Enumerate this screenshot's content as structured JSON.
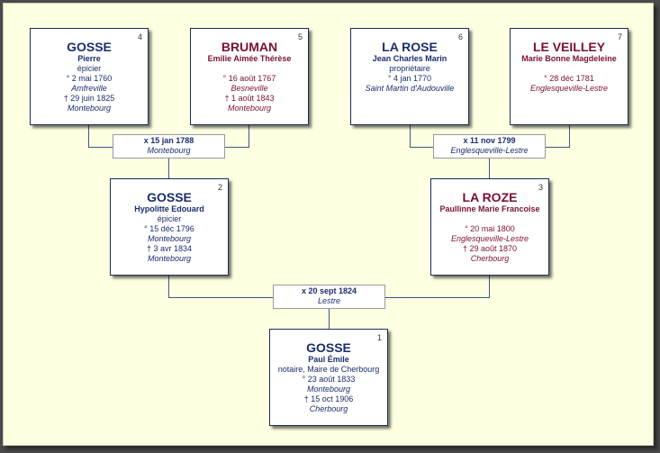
{
  "persons": {
    "p1": {
      "num": "1",
      "surname": "GOSSE",
      "given": "Paul Émile",
      "occupation": "notaire, Maire de Cherbourg",
      "birth": "° 23 août 1833",
      "birth_place": "Montebourg",
      "death": "† 15 oct 1906",
      "death_place": "Cherbourg"
    },
    "p2": {
      "num": "2",
      "surname": "GOSSE",
      "given": "Hypolitte Edouard",
      "occupation": "épicier",
      "birth": "° 15 déc 1796",
      "birth_place": "Montebourg",
      "death": "† 3 avr 1834",
      "death_place": "Montebourg"
    },
    "p3": {
      "num": "3",
      "surname": "LA ROZE",
      "given": "Paullinne Marie Francoise",
      "birth": "° 20 mai 1800",
      "birth_place": "Englesqueville-Lestre",
      "death": "† 29 août 1870",
      "death_place": "Cherbourg"
    },
    "p4": {
      "num": "4",
      "surname": "GOSSE",
      "given": "Pierre",
      "occupation": "épicier",
      "birth": "° 2 mai 1760",
      "birth_place": "Amfreville",
      "death": "† 29 juin 1825",
      "death_place": "Montebourg"
    },
    "p5": {
      "num": "5",
      "surname": "BRUMAN",
      "given": "Emilie Aimée Thérèse",
      "birth": "° 16 août 1767",
      "birth_place": "Besneville",
      "death": "† 1 août 1843",
      "death_place": "Montebourg"
    },
    "p6": {
      "num": "6",
      "surname": "LA ROSE",
      "given": "Jean Charles Marin",
      "occupation": "propriétaire",
      "birth": "° 4 jan 1770",
      "birth_place": "Saint Martin d'Audouville"
    },
    "p7": {
      "num": "7",
      "surname": "LE VEILLEY",
      "given": "Marie Bonne Magdeleine",
      "birth": "° 28 déc 1781",
      "birth_place": "Englesqueville-Lestre"
    }
  },
  "unions": {
    "u1": {
      "date": "x 20 sept 1824",
      "place": "Lestre"
    },
    "u2": {
      "date": "x 15 jan 1788",
      "place": "Montebourg"
    },
    "u3": {
      "date": "x 11 nov 1799",
      "place": "Englesqueville-Lestre"
    }
  },
  "colors": {
    "male": "#1a2d6b",
    "female": "#7a1033",
    "background": "#ffffe1",
    "line": "#3a5a85"
  }
}
